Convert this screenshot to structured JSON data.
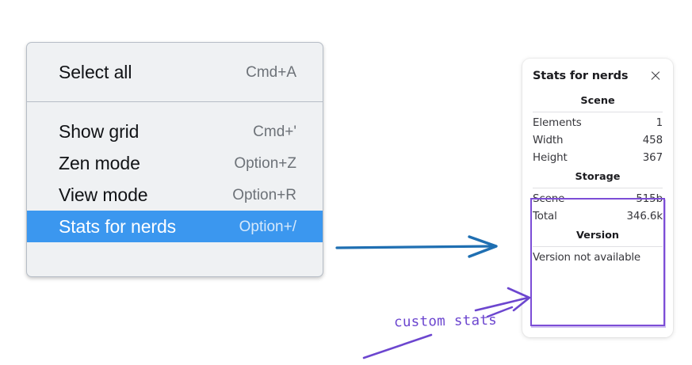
{
  "context_menu": {
    "groups": [
      {
        "items": [
          {
            "label": "Select all",
            "shortcut": "Cmd+A",
            "selected": false
          }
        ]
      },
      {
        "items": [
          {
            "label": "Show grid",
            "shortcut": "Cmd+'",
            "selected": false
          },
          {
            "label": "Zen mode",
            "shortcut": "Option+Z",
            "selected": false
          },
          {
            "label": "View mode",
            "shortcut": "Option+R",
            "selected": false
          },
          {
            "label": "Stats for nerds",
            "shortcut": "Option+/",
            "selected": true
          }
        ]
      }
    ],
    "highlight_color": "#3b97ef"
  },
  "stats_panel": {
    "title": "Stats for nerds",
    "close_icon": "close-icon",
    "sections": [
      {
        "title": "Scene",
        "rows": [
          {
            "key": "Elements",
            "value": "1"
          },
          {
            "key": "Width",
            "value": "458"
          },
          {
            "key": "Height",
            "value": "367"
          }
        ]
      },
      {
        "title": "Storage",
        "rows": [
          {
            "key": "Scene",
            "value": "515b"
          },
          {
            "key": "Total",
            "value": "346.6k"
          }
        ]
      },
      {
        "title": "Version",
        "single": "Version not available"
      }
    ]
  },
  "annotations": {
    "handwritten_label": "custom stats",
    "blue_arrow_color": "#1f6fb2",
    "purple_color": "#6c46cf",
    "highlight_box_color": "#7c4dd6"
  }
}
